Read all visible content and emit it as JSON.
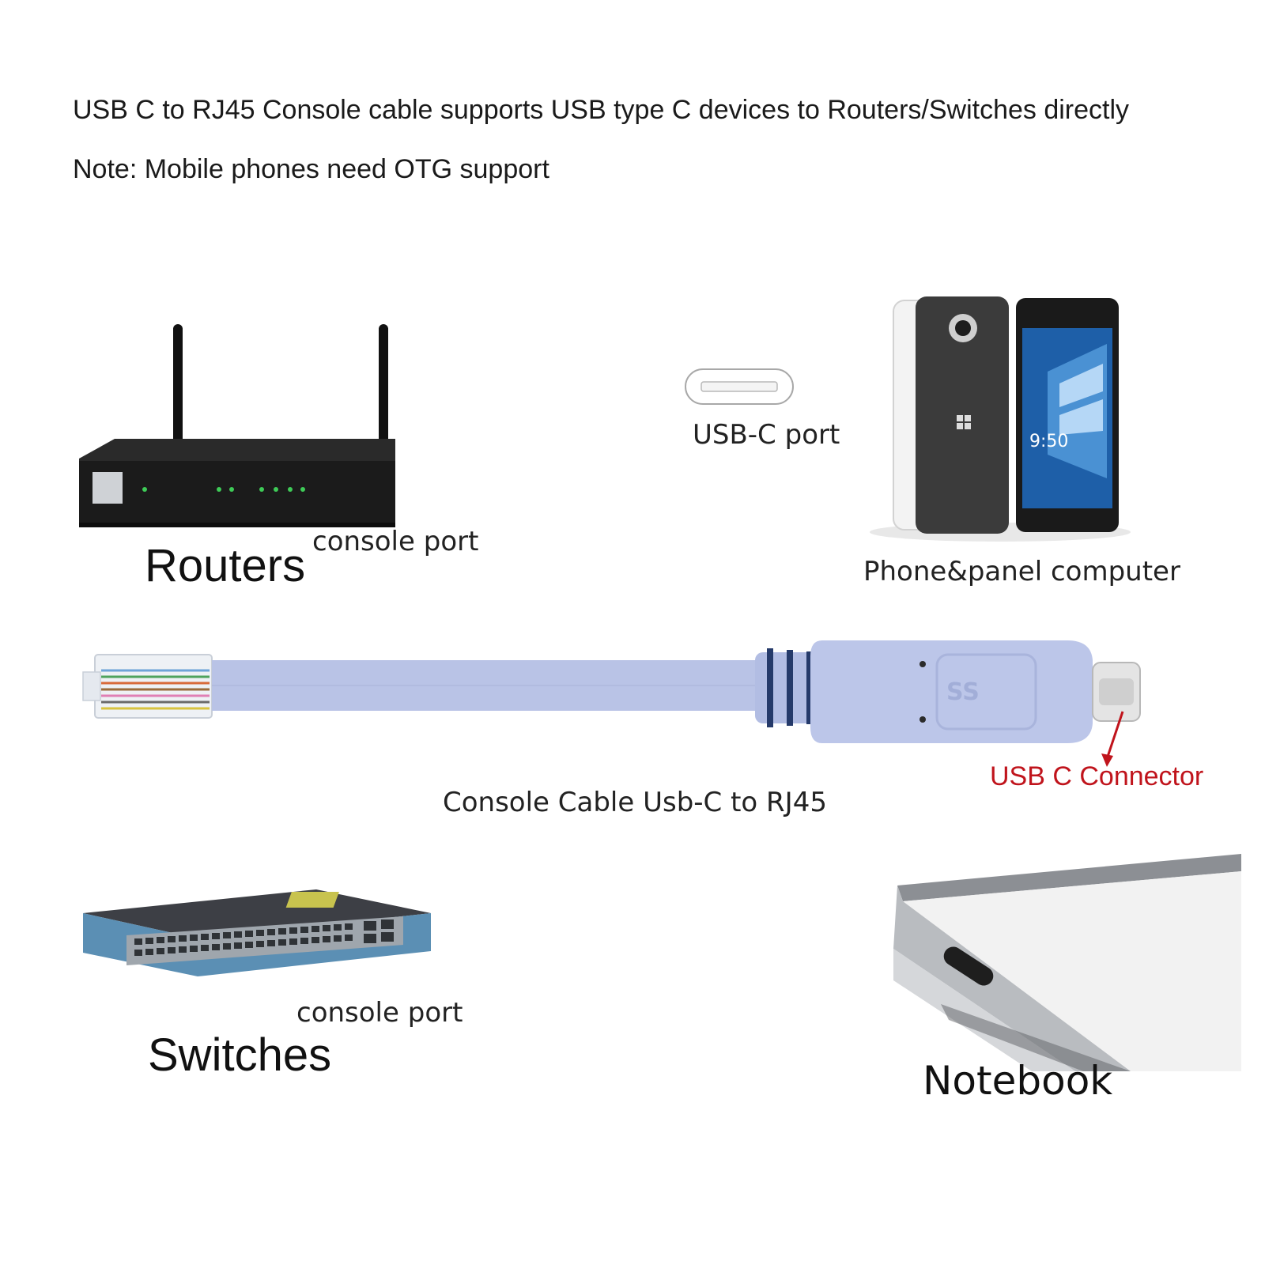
{
  "header": {
    "headline": "USB C to RJ45 Console cable supports USB type C devices to Routers/Switches directly",
    "note": "Note: Mobile phones need OTG support"
  },
  "router": {
    "title": "Routers",
    "port_label": "console port"
  },
  "usbc_port": {
    "label": "USB-C port"
  },
  "phone": {
    "title": "Phone&panel computer",
    "screen_time": "9:50"
  },
  "cable": {
    "caption": "Console Cable Usb-C to RJ45",
    "connector_label": "USB C Connector",
    "connector_label_color": "#c0141c",
    "cable_color": "#b9c3e6"
  },
  "switch": {
    "title": "Switches",
    "port_label": "console port"
  },
  "notebook": {
    "title": "Notebook"
  }
}
